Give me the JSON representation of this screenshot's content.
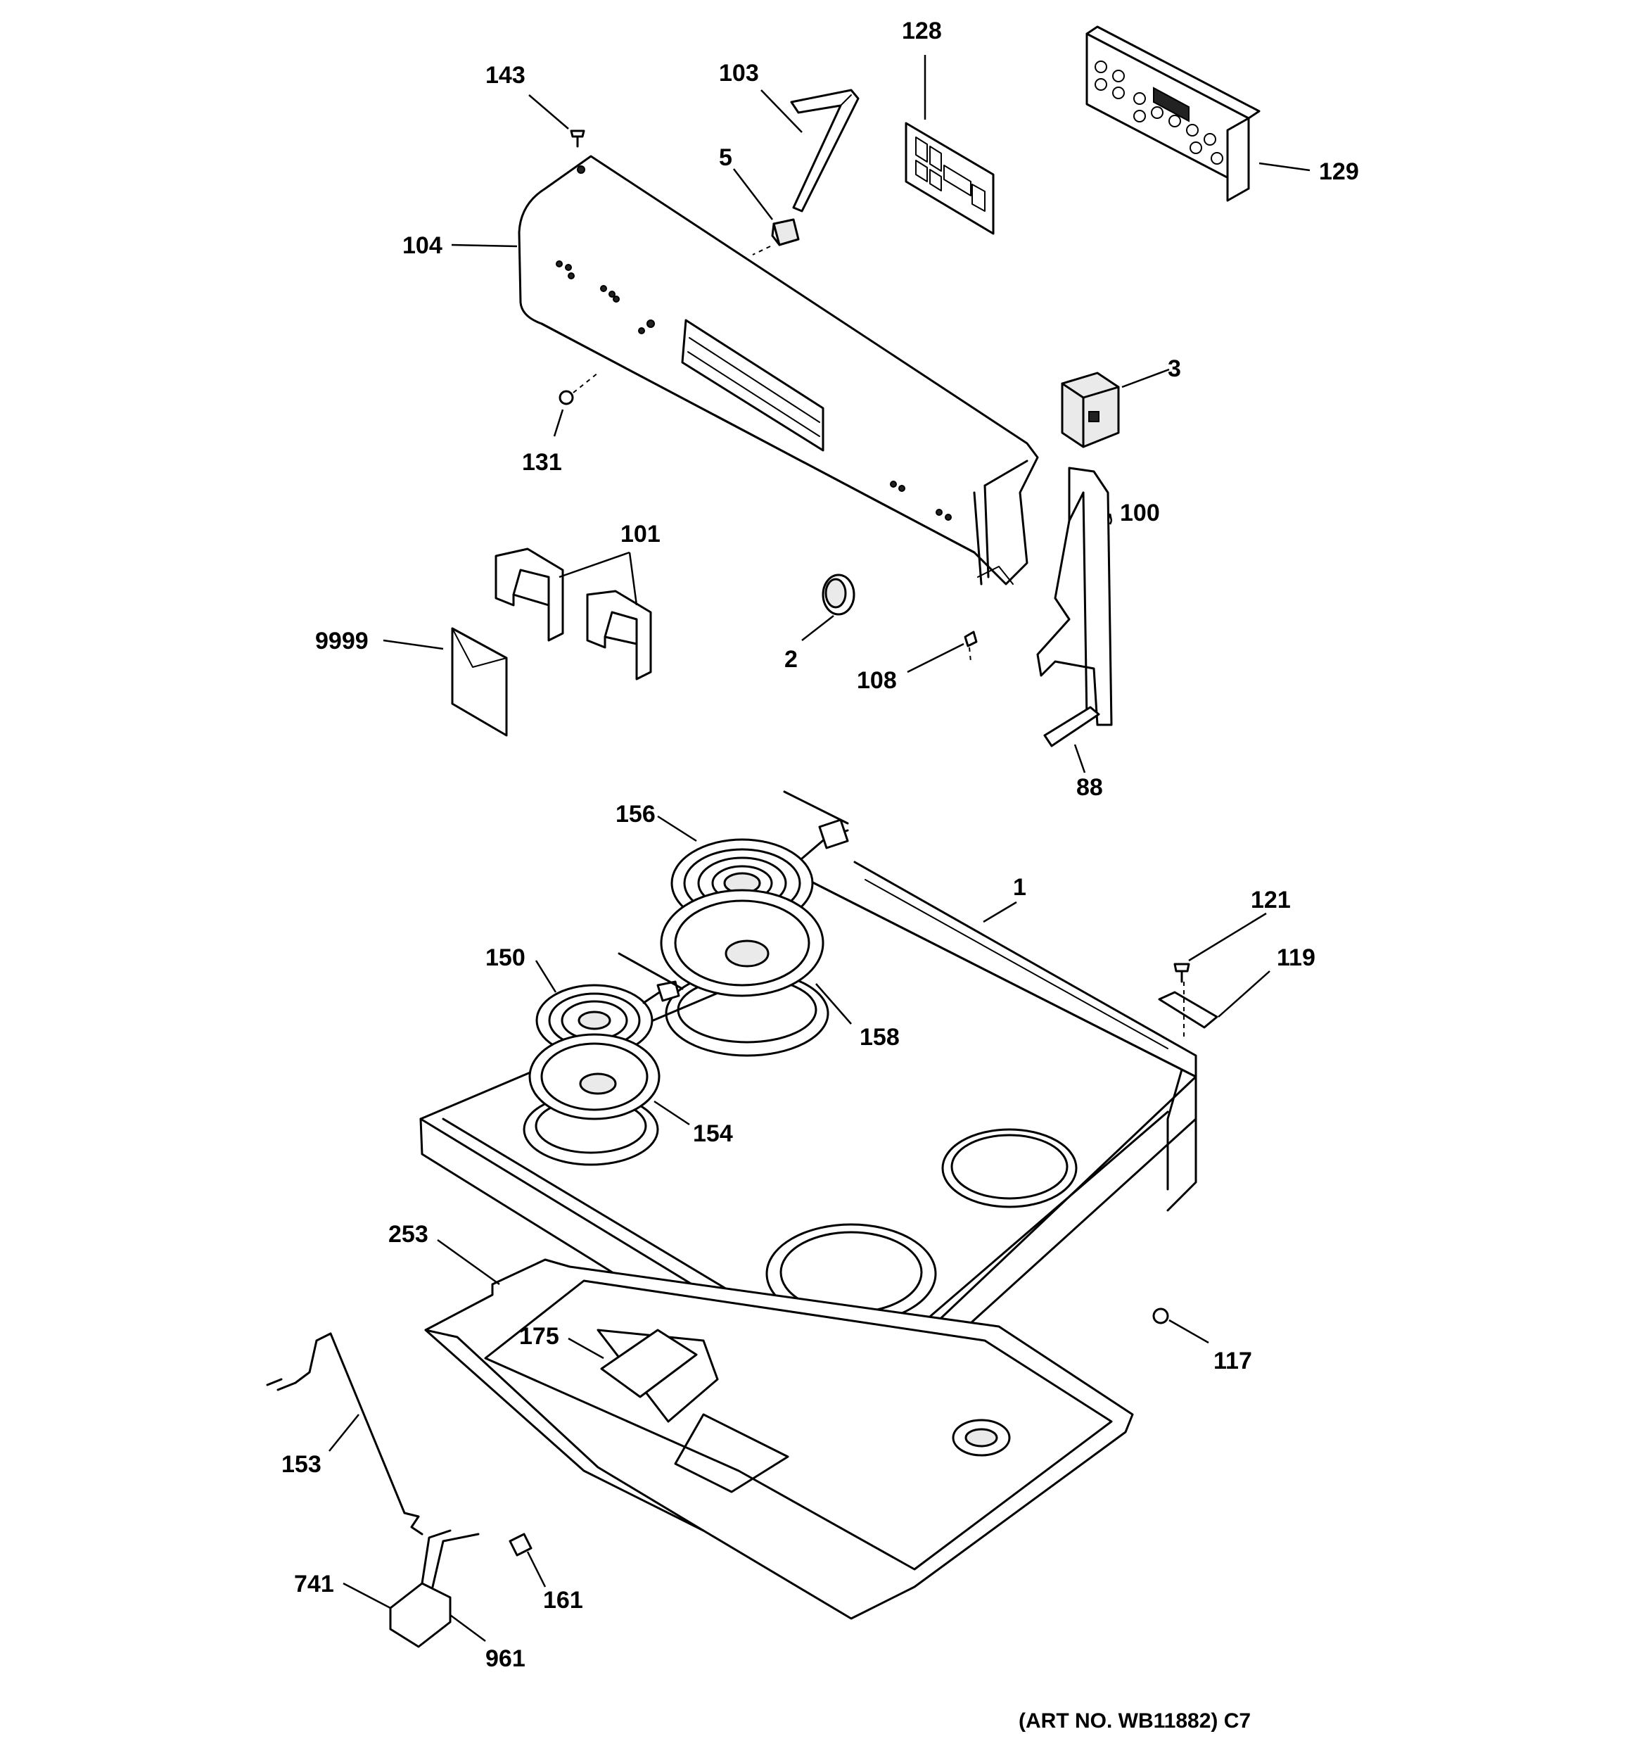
{
  "labels": {
    "p143": "143",
    "p103": "103",
    "p128": "128",
    "p129": "129",
    "p5": "5",
    "p104": "104",
    "p3": "3",
    "p131": "131",
    "p100": "100",
    "p101": "101",
    "p9999": "9999",
    "p2": "2",
    "p108": "108",
    "p88": "88",
    "p156": "156",
    "p1": "1",
    "p121": "121",
    "p119": "119",
    "p150": "150",
    "p158": "158",
    "p154": "154",
    "p253": "253",
    "p175": "175",
    "p117": "117",
    "p153": "153",
    "p741": "741",
    "p161": "161",
    "p961": "961"
  },
  "footer": {
    "art_no": "(ART NO. WB11882) C7"
  }
}
